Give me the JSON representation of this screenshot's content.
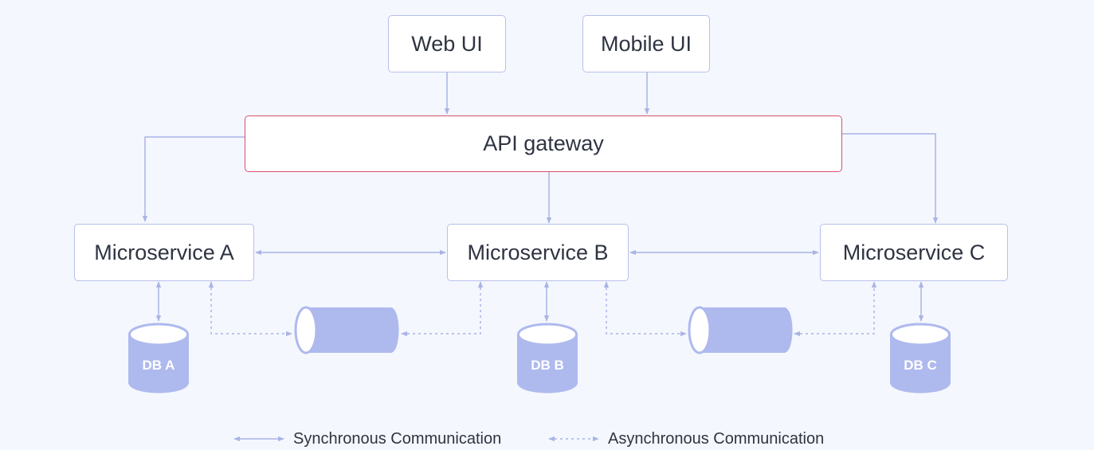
{
  "diagram": {
    "clients": [
      {
        "id": "web",
        "label": "Web UI"
      },
      {
        "id": "mobile",
        "label": "Mobile UI"
      }
    ],
    "gateway": {
      "label": "API gateway"
    },
    "services": [
      {
        "id": "a",
        "label": "Microservice A"
      },
      {
        "id": "b",
        "label": "Microservice B"
      },
      {
        "id": "c",
        "label": "Microservice C"
      }
    ],
    "databases": [
      {
        "id": "a",
        "label": "DB A"
      },
      {
        "id": "b",
        "label": "DB B"
      },
      {
        "id": "c",
        "label": "DB C"
      }
    ],
    "queues": [
      {
        "id": "q1"
      },
      {
        "id": "q2"
      }
    ]
  },
  "legend": {
    "sync_label": "Synchronous Communication",
    "async_label": "Asynchronous Communication"
  },
  "colors": {
    "background": "#f4f7fd",
    "line": "#a9b4e6",
    "node_border": "#b7c0ea",
    "gateway_border": "#d9506a",
    "storage_fill": "#aeb9ee",
    "text": "#2f3442"
  }
}
